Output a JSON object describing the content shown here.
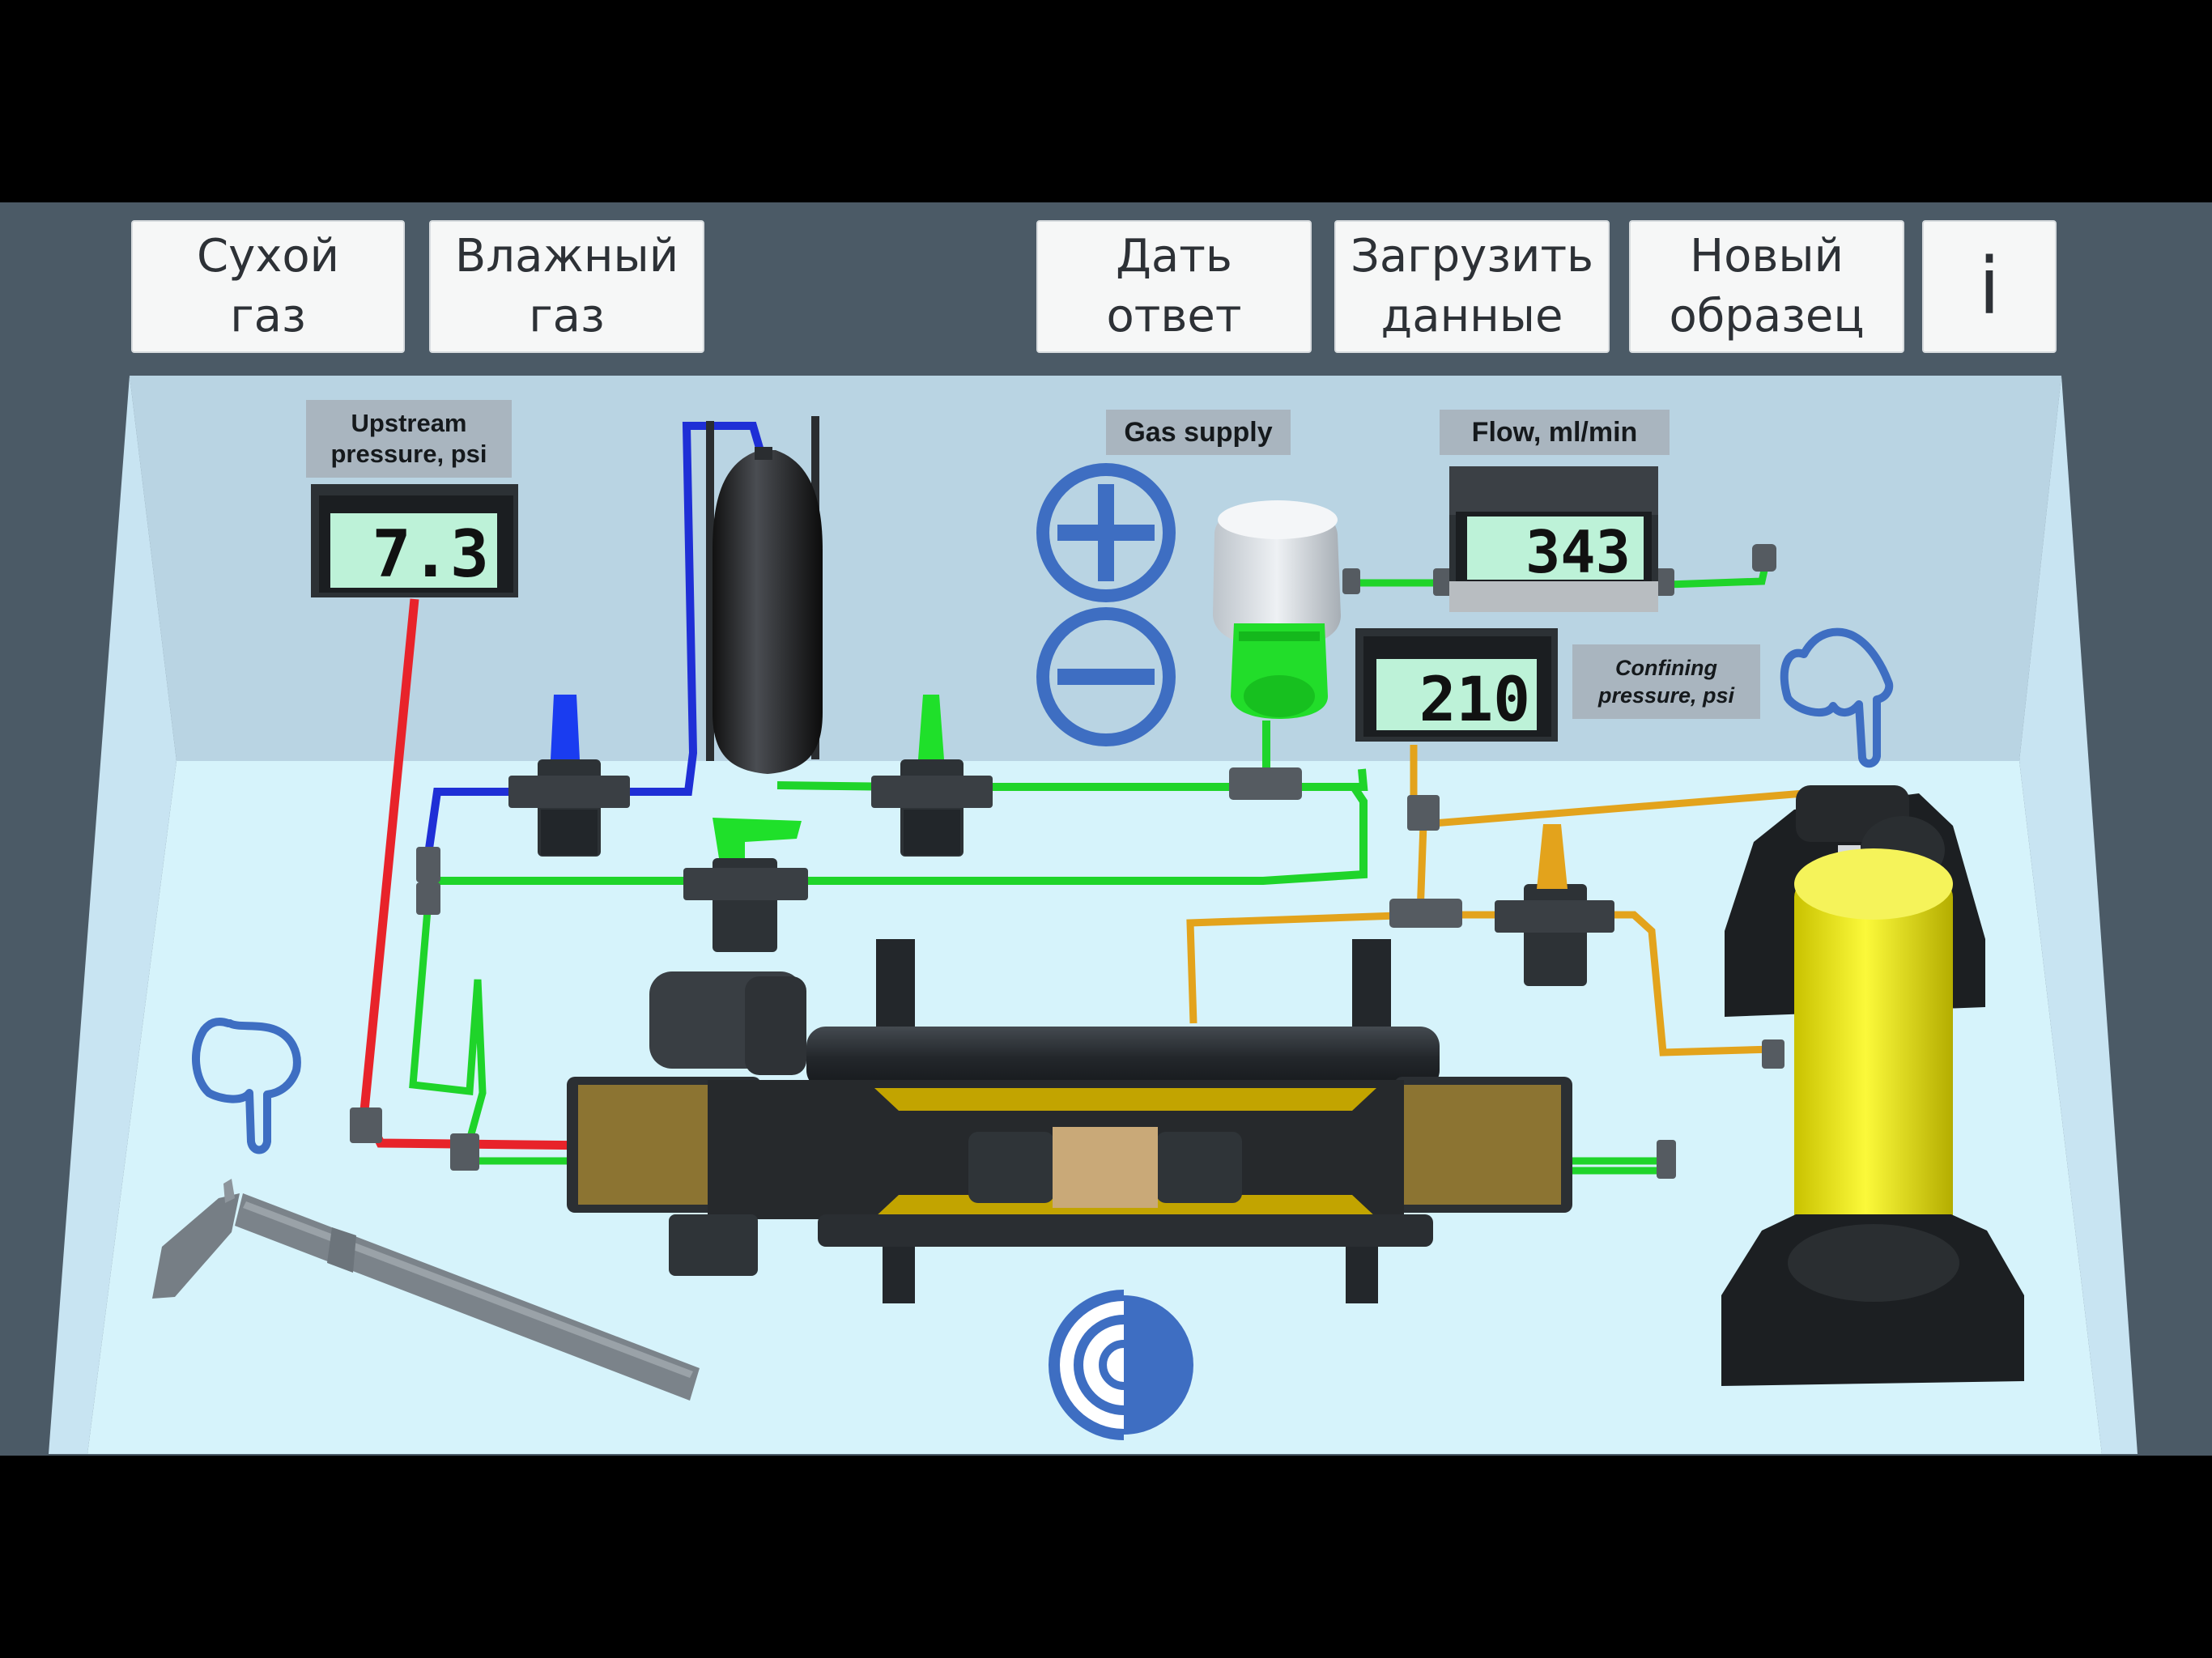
{
  "buttons": {
    "dry_gas": [
      "Сухой",
      "газ"
    ],
    "wet_gas": [
      "Влажный",
      "газ"
    ],
    "give_answer": [
      "Дать",
      "ответ"
    ],
    "load_data": [
      "Загрузить",
      "данные"
    ],
    "new_sample": [
      "Новый",
      "образец"
    ],
    "info": "i"
  },
  "gauges": {
    "upstream": {
      "label_line1": "Upstream",
      "label_line2": "pressure, psi",
      "value": "7.3"
    },
    "flow": {
      "label": "Flow, ml/min",
      "value": "343"
    },
    "confining": {
      "label_line1": "Confining",
      "label_line2": "pressure, psi",
      "value": "210"
    }
  },
  "gas_supply": {
    "label": "Gas supply"
  },
  "icons": {
    "increase": "plus-circle-icon",
    "decrease": "minus-circle-icon",
    "pointer_left": "pointing-hand-icon",
    "pointer_right": "pointing-hand-icon",
    "logo": "company-logo-icon"
  },
  "colors": {
    "upstream_line": "#e8232a",
    "gas_line": "#1fd42a",
    "vacuum_line": "#1f2fd6",
    "confining_line": "#e3a31c",
    "accent_blue": "#3e6ec2",
    "pump_yellow": "#f0ee1e"
  }
}
